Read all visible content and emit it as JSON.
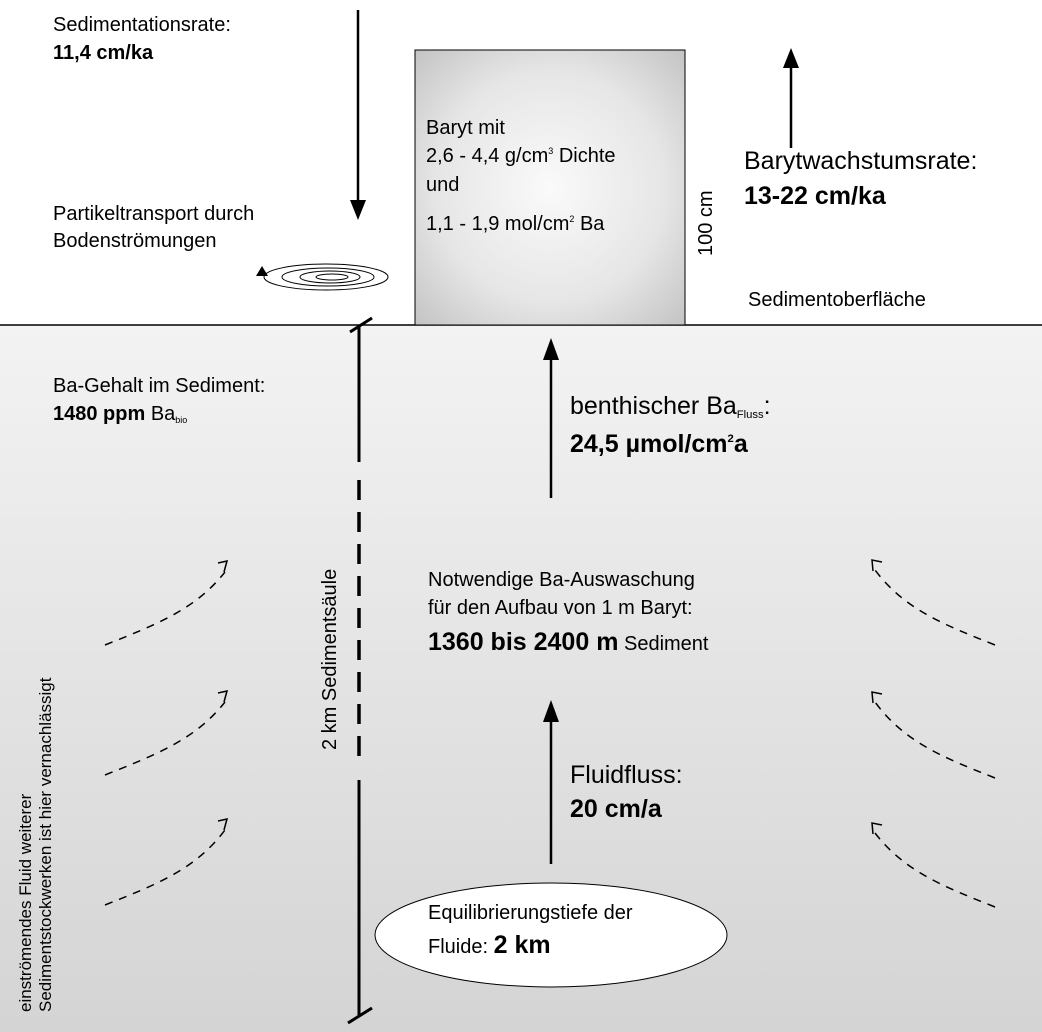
{
  "sedimentation": {
    "label": "Sedimentationsrate:",
    "value": "11,4 cm/ka"
  },
  "particle_transport": {
    "line1": "Partikeltransport durch",
    "line2": "Bodenströmungen"
  },
  "baryte": {
    "line1": "Baryt mit",
    "line2a": "2,6 - 4,4 g/cm",
    "line2sup": "3",
    "line2b": " Dichte",
    "line3": "und",
    "line4a": "1,1 - 1,9 mol/cm",
    "line4sup": "2",
    "line4b": " Ba",
    "height_label": "100 cm"
  },
  "growth": {
    "label": "Barytwachstumsrate:",
    "value": "13-22 cm/ka"
  },
  "surface_label": "Sedimentoberfläche",
  "ba_content": {
    "label": "Ba-Gehalt im Sediment:",
    "value_bold": "1480 ppm",
    "value_text": " Ba",
    "value_sub": "bio"
  },
  "benthic_flux": {
    "label_a": "benthischer Ba",
    "label_sub": "Fluss",
    "label_b": ":",
    "value_a": "24,5 µmol/cm",
    "value_sup": "2",
    "value_b": "a"
  },
  "column_label": "2 km Sedimentsäule",
  "leaching": {
    "line1": "Notwendige Ba-Auswaschung",
    "line2": "für den Aufbau von 1 m Baryt:",
    "value_bold": "1360 bis 2400 m",
    "value_text": " Sediment"
  },
  "fluid_flow": {
    "label": "Fluidfluss:",
    "value": "20 cm/a"
  },
  "equilibration": {
    "line1": "Equilibrierungstiefe der",
    "line2_text": "Fluide: ",
    "line2_bold": "2 km"
  },
  "side_note": {
    "line1": "einströmendes Fluid weiterer",
    "line2": "Sedimentstockwerken ist hier vernachlässigt"
  },
  "colors": {
    "sediment_top": "#f2f2f2",
    "sediment_bottom": "#d6d6d6",
    "baryte_center": "#f8f8f8",
    "baryte_edge": "#c8c8c8"
  }
}
